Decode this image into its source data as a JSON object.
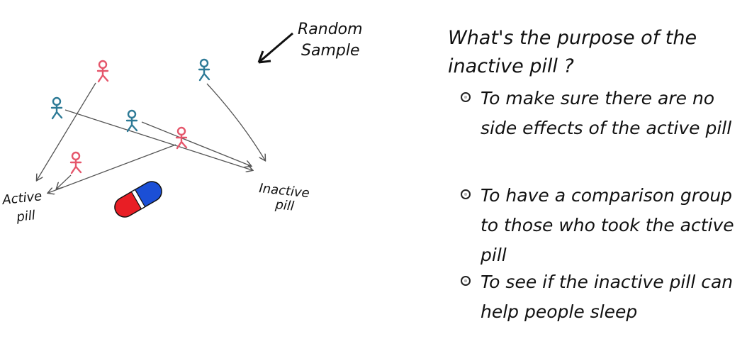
{
  "diagram": {
    "random_sample_label": [
      "Random",
      "Sample"
    ],
    "active_label": [
      "Active",
      "pill"
    ],
    "inactive_label": [
      "Inactive",
      "pill"
    ],
    "colors": {
      "red": "#e5566b",
      "blue": "#2d7a96",
      "pill_red": "#e81e25",
      "pill_blue": "#1b4fd6",
      "arrow": "#555555"
    }
  },
  "quiz": {
    "question": "What's the purpose of the inactive pill ?",
    "options": [
      {
        "text": "To make sure there are no side effects of the active pill"
      },
      {
        "text": "To have a comparison group to those who took the active pill"
      },
      {
        "text": "To see if the inactive pill can help people sleep"
      }
    ]
  }
}
